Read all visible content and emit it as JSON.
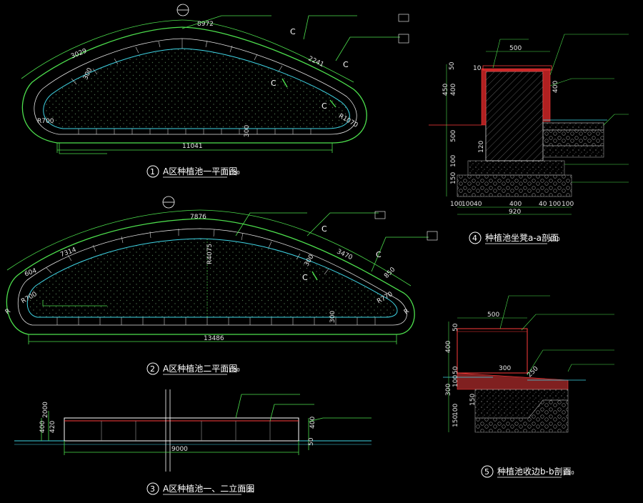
{
  "colors": {
    "background": "#000000",
    "outline": "#4de04d",
    "inner": "#3fd6e6",
    "white": "#ffffff",
    "red": "#ff3b3b",
    "grey": "#9a9a9a",
    "magenta": "#d046d0",
    "hatch": "#6b6b6b"
  },
  "drawings": [
    {
      "number": "1",
      "title": "A区种植池一平面图",
      "scale": "1:50"
    },
    {
      "number": "2",
      "title": "A区种植池二平面图",
      "scale": "1:50"
    },
    {
      "number": "3",
      "title": "A区种植池一、二立面图",
      "scale": "1:20"
    },
    {
      "number": "4",
      "title": "种植池坐凳a-a剖面",
      "scale": "1:10"
    },
    {
      "number": "5",
      "title": "种植池收边b-b剖面",
      "scale": "1:10"
    }
  ],
  "plan1": {
    "dims": [
      "3029",
      "8972",
      "2241",
      "11041",
      "300",
      "300",
      "R1070",
      "R700"
    ],
    "section_markers": [
      "C",
      "C",
      "C",
      "C"
    ]
  },
  "plan2": {
    "dims": [
      "7876",
      "7314",
      "3470",
      "13486",
      "300",
      "R4075",
      "R700",
      "300",
      "R770",
      "850"
    ],
    "section_markers": [
      "C",
      "C",
      "C"
    ]
  },
  "elevation": {
    "dims": [
      "2000",
      "400",
      "420",
      "9000",
      "50",
      "400"
    ]
  },
  "section_a": {
    "dims": [
      "500",
      "10",
      "50",
      "450",
      "400",
      "500",
      "120",
      "100",
      "150",
      "100",
      "100",
      "40",
      "400",
      "40",
      "100",
      "100",
      "920",
      "400"
    ]
  },
  "section_b": {
    "dims": [
      "500",
      "50",
      "400",
      "300",
      "50",
      "250",
      "100",
      "300",
      "150",
      "100",
      "150"
    ]
  }
}
